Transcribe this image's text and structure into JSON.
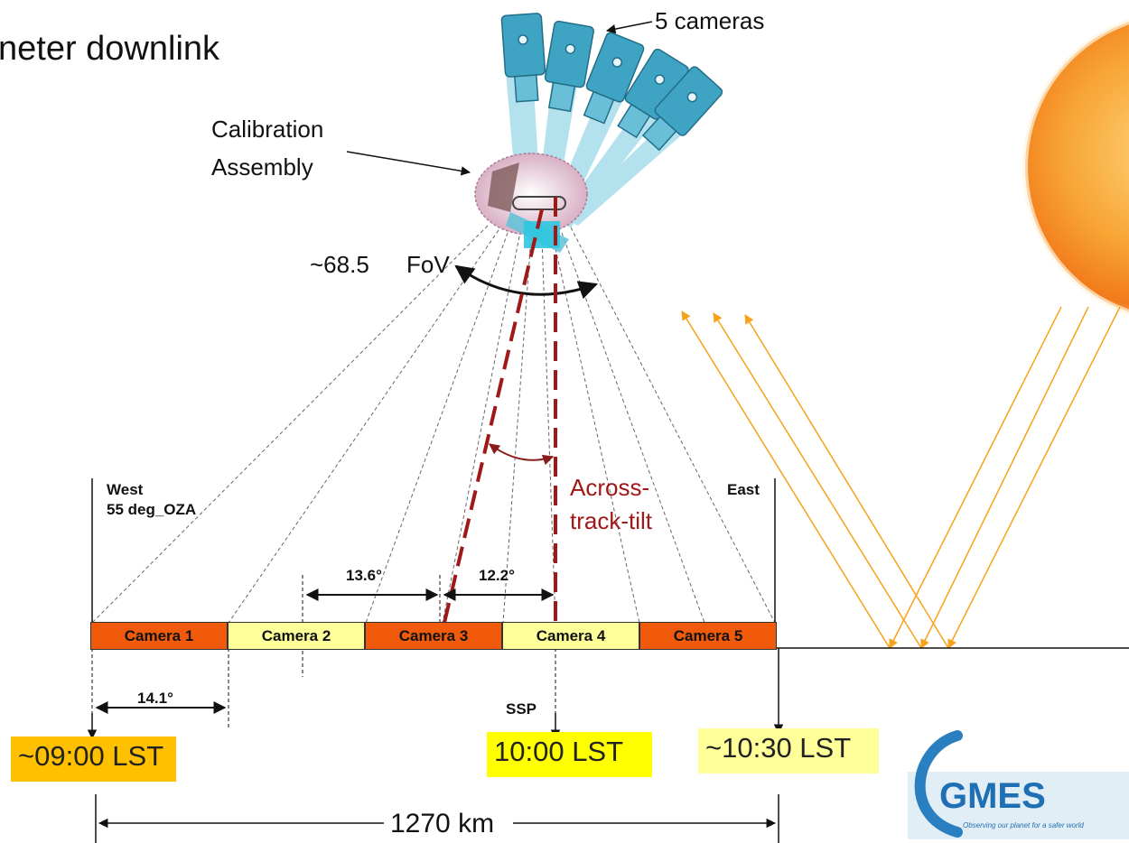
{
  "header": {
    "subtitle_fragment": "neter downlink"
  },
  "labels": {
    "cameras": "5 cameras",
    "calibration": [
      "Calibration",
      "Assembly"
    ],
    "fov_value": "~68.5",
    "fov_label": "FoV",
    "across_track_tilt": [
      "Across-",
      "track-tilt"
    ],
    "west": [
      "West",
      "55 deg_OZA"
    ],
    "east": "East",
    "angle_13_6": "13.6°",
    "angle_12_2": "12.2°",
    "angle_14_1": "14.1°",
    "ssp": "SSP",
    "swath_width": "1270 km"
  },
  "swath_cameras": [
    {
      "label": "Camera 1",
      "color": "#f15a0a"
    },
    {
      "label": "Camera 2",
      "color": "#ffff99"
    },
    {
      "label": "Camera 3",
      "color": "#f15a0a"
    },
    {
      "label": "Camera 4",
      "color": "#ffff99"
    },
    {
      "label": "Camera 5",
      "color": "#f15a0a"
    }
  ],
  "times": [
    {
      "text": "~09:00 LST",
      "color": "#ffc000"
    },
    {
      "text": "10:00 LST",
      "color": "#ffff00"
    },
    {
      "text": "~10:30 LST",
      "color": "#ffff99"
    }
  ],
  "logo": {
    "text": "GMES",
    "tagline": "Observing our planet for a safer world"
  },
  "colors": {
    "tilt_line": "#a01818",
    "sun_rays": "#f7a21b",
    "camera_body": "#3fa4c4"
  }
}
